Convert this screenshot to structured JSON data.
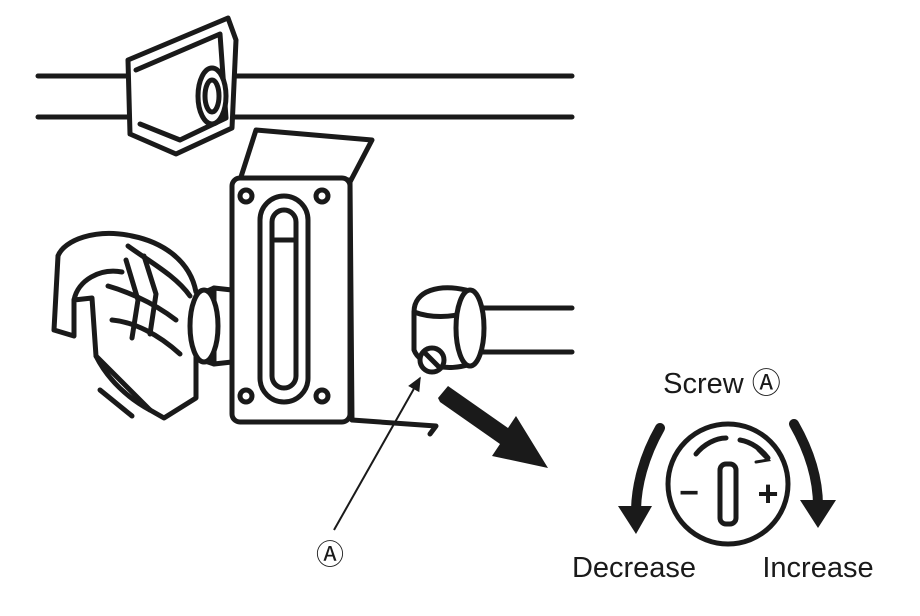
{
  "labels": {
    "screw": "Screw Ⓐ",
    "callout": "Ⓐ",
    "decrease": "Decrease",
    "increase": "Increase",
    "minus": "−",
    "plus": "+"
  },
  "colors": {
    "ink": "#1a1a1a",
    "background": "#ffffff"
  }
}
